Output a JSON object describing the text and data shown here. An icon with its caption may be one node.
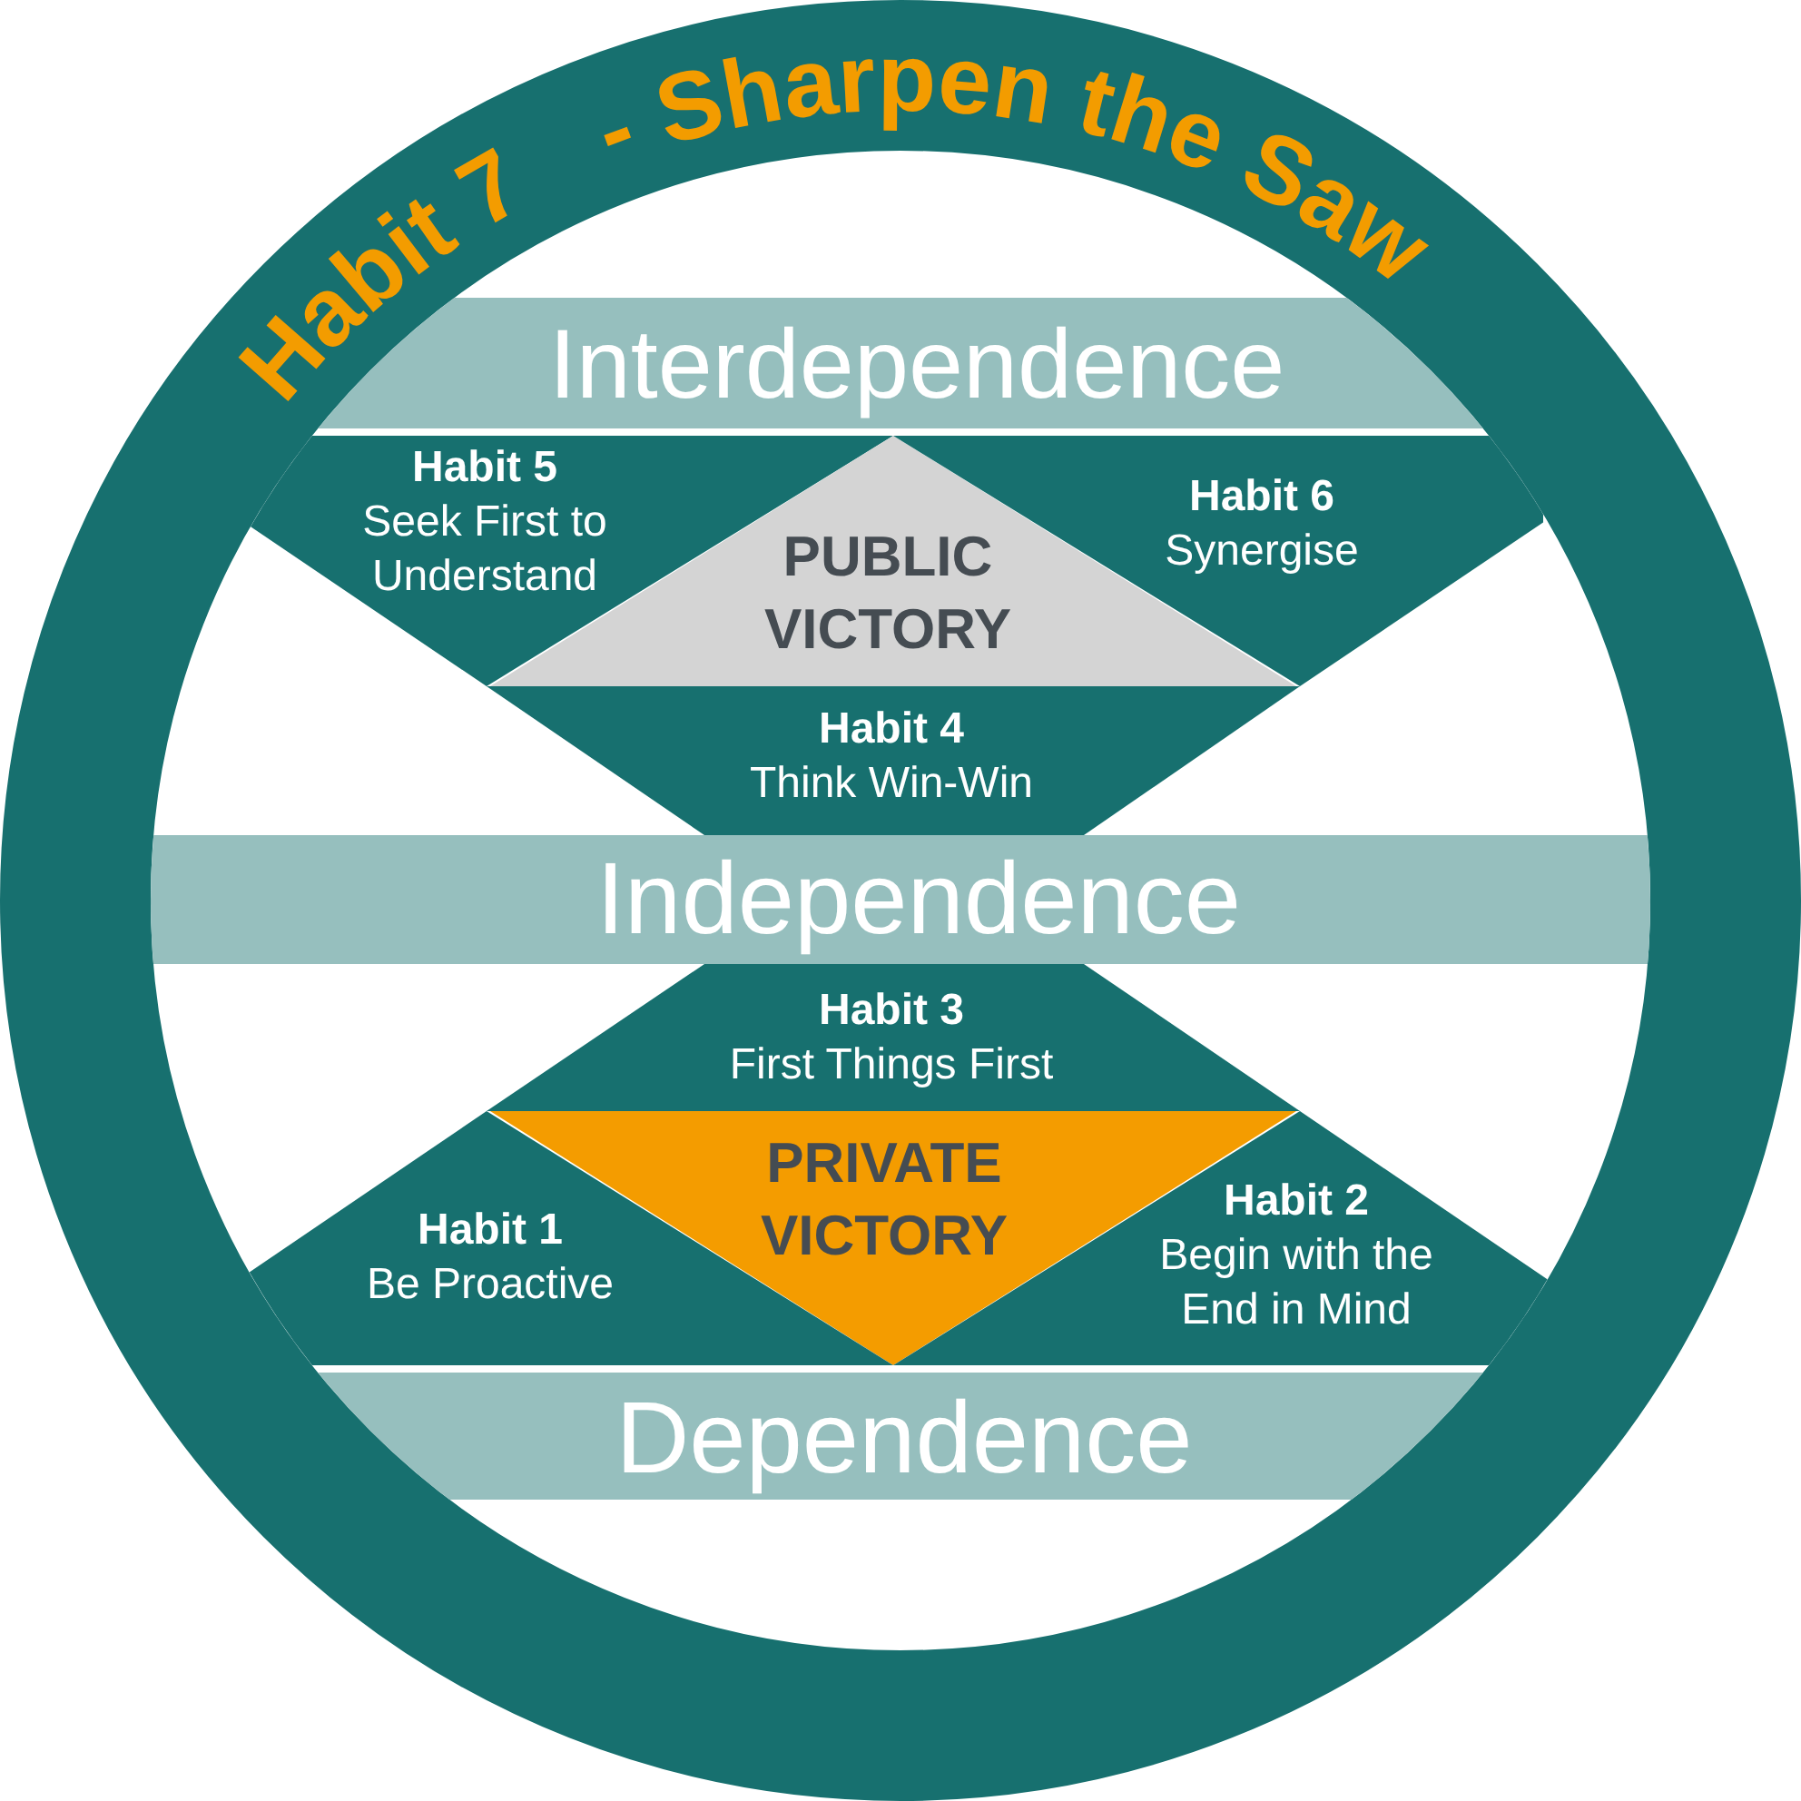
{
  "diagram": {
    "nodes": [
      {
        "text": [
          "Habit 7",
          "- Sharpen the Saw"
        ]
      },
      {
        "text": [
          "Interdependence"
        ],
        "in": 0
      },
      {
        "text": [
          "Habit 5",
          "Seek First to Understand"
        ],
        "in": 0
      },
      {
        "text": [
          "PUBLIC VICTORY"
        ],
        "in": 0
      },
      {
        "text": [
          "Habit 6",
          "Synergise"
        ],
        "in": 0
      },
      {
        "text": [
          "Habit 4",
          "Think Win-Win"
        ],
        "in": 0
      },
      {
        "text": [
          "Independence"
        ],
        "in": 0
      },
      {
        "text": [
          "Habit 3",
          "First Things First"
        ],
        "in": 0
      },
      {
        "text": [
          "PRIVATE VICTORY"
        ],
        "in": 0
      },
      {
        "text": [
          "Habit 1",
          "Be Proactive"
        ],
        "in": 0
      },
      {
        "text": [
          "Habit 2",
          "Begin with the End in Mind"
        ],
        "in": 0
      },
      {
        "text": [
          "Dependence"
        ],
        "in": 0
      }
    ]
  }
}
